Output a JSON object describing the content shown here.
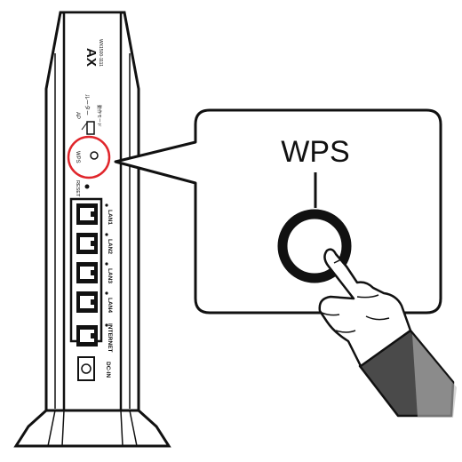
{
  "router": {
    "model_label": "AX",
    "model_sublabel": "WX1500-1111",
    "switch_label_ap": "AP",
    "switch_label_router": "ルーター",
    "switch_label_mode": "動作モード",
    "wps_label": "WPS",
    "reset_label": "RESET",
    "ports": [
      {
        "label": "LAN1"
      },
      {
        "label": "LAN2"
      },
      {
        "label": "LAN3"
      },
      {
        "label": "LAN4"
      },
      {
        "label": "INTERNET"
      }
    ],
    "dcin_label": "DC-IN"
  },
  "callout": {
    "title": "WPS"
  },
  "colors": {
    "highlight_ring": "#e0252b",
    "outline": "#111111",
    "sleeve": "#4a4a4a",
    "skin": "#ffffff"
  }
}
